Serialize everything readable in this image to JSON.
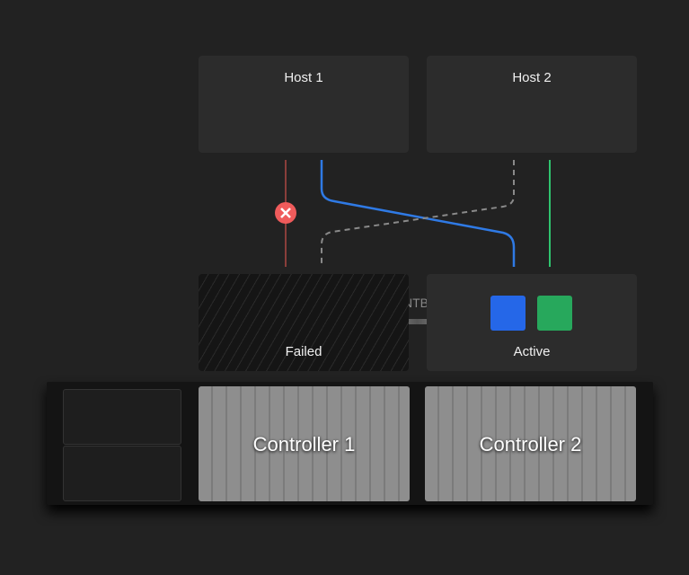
{
  "hosts": [
    "Host 1",
    "Host 2"
  ],
  "controllers_status": {
    "left": "Failed",
    "right": "Active"
  },
  "link_label": "NTB",
  "controllers": [
    "Controller 1",
    "Controller 2"
  ],
  "colors": {
    "failed_path": "#8a3e3a",
    "x_badge": "#ef5b5b",
    "active_blue": "#2f7ae5",
    "active_green": "#2fc46e",
    "standby": "#8a8a8a"
  }
}
